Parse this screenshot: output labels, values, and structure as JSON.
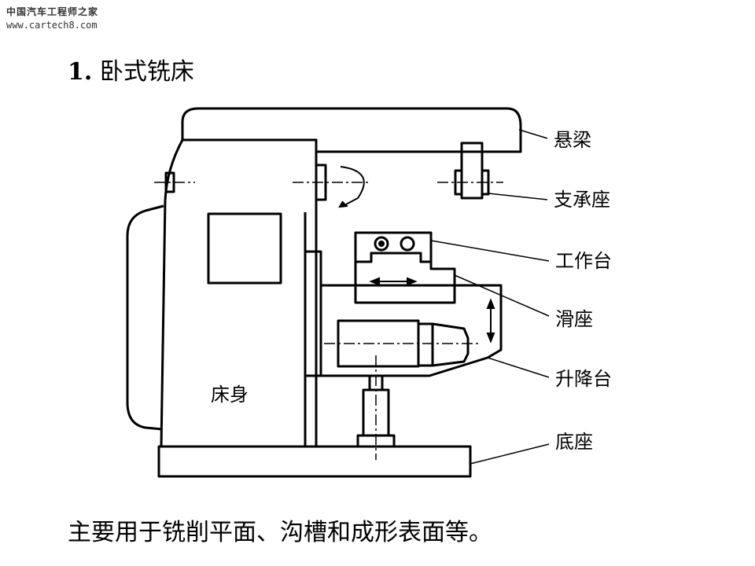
{
  "watermark": {
    "site_name_cn": "中国汽车工程师之家",
    "site_url": "www.cartech8.com"
  },
  "title": {
    "number": "1.",
    "text": "卧式铣床"
  },
  "labels": {
    "overarm": "悬梁",
    "arbor_support": "支承座",
    "table": "工作台",
    "saddle": "滑座",
    "knee": "升降台",
    "base": "底座",
    "column": "床身"
  },
  "caption": "主要用于铣削平面、沟槽和成形表面等。",
  "colors": {
    "line": "#000000",
    "background": "#ffffff"
  },
  "icons": {
    "rotation_arrow": "curved-arrow-icon",
    "feed_arrow": "double-arrow-icon"
  }
}
